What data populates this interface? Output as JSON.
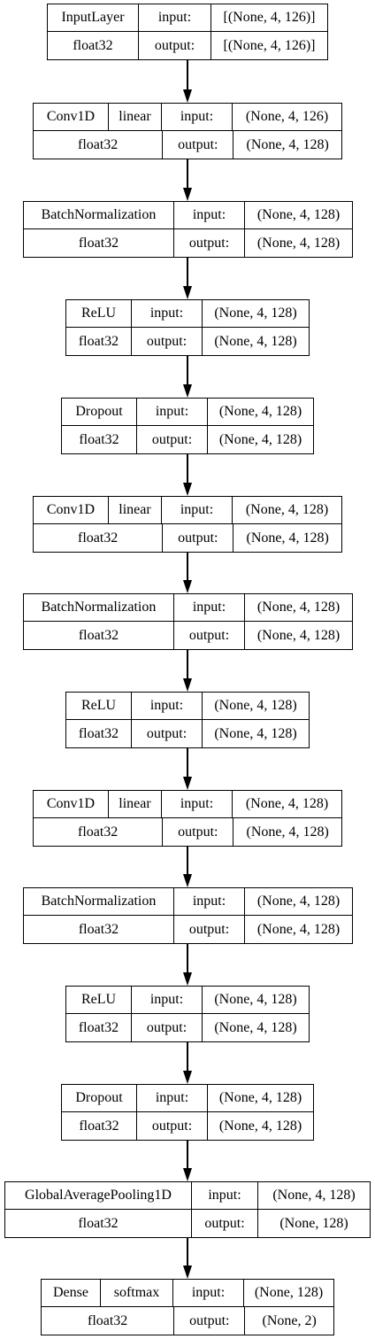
{
  "layers": [
    {
      "name": "InputLayer",
      "activation": "",
      "dtype": "float32",
      "input_label": "input:",
      "input_shape": "[(None, 4, 126)]",
      "output_label": "output:",
      "output_shape": "[(None, 4, 126)]"
    },
    {
      "name": "Conv1D",
      "activation": "linear",
      "dtype": "float32",
      "input_label": "input:",
      "input_shape": "(None, 4, 126)",
      "output_label": "output:",
      "output_shape": "(None, 4, 128)"
    },
    {
      "name": "BatchNormalization",
      "activation": "",
      "dtype": "float32",
      "input_label": "input:",
      "input_shape": "(None, 4, 128)",
      "output_label": "output:",
      "output_shape": "(None, 4, 128)"
    },
    {
      "name": "ReLU",
      "activation": "",
      "dtype": "float32",
      "input_label": "input:",
      "input_shape": "(None, 4, 128)",
      "output_label": "output:",
      "output_shape": "(None, 4, 128)"
    },
    {
      "name": "Dropout",
      "activation": "",
      "dtype": "float32",
      "input_label": "input:",
      "input_shape": "(None, 4, 128)",
      "output_label": "output:",
      "output_shape": "(None, 4, 128)"
    },
    {
      "name": "Conv1D",
      "activation": "linear",
      "dtype": "float32",
      "input_label": "input:",
      "input_shape": "(None, 4, 128)",
      "output_label": "output:",
      "output_shape": "(None, 4, 128)"
    },
    {
      "name": "BatchNormalization",
      "activation": "",
      "dtype": "float32",
      "input_label": "input:",
      "input_shape": "(None, 4, 128)",
      "output_label": "output:",
      "output_shape": "(None, 4, 128)"
    },
    {
      "name": "ReLU",
      "activation": "",
      "dtype": "float32",
      "input_label": "input:",
      "input_shape": "(None, 4, 128)",
      "output_label": "output:",
      "output_shape": "(None, 4, 128)"
    },
    {
      "name": "Conv1D",
      "activation": "linear",
      "dtype": "float32",
      "input_label": "input:",
      "input_shape": "(None, 4, 128)",
      "output_label": "output:",
      "output_shape": "(None, 4, 128)"
    },
    {
      "name": "BatchNormalization",
      "activation": "",
      "dtype": "float32",
      "input_label": "input:",
      "input_shape": "(None, 4, 128)",
      "output_label": "output:",
      "output_shape": "(None, 4, 128)"
    },
    {
      "name": "ReLU",
      "activation": "",
      "dtype": "float32",
      "input_label": "input:",
      "input_shape": "(None, 4, 128)",
      "output_label": "output:",
      "output_shape": "(None, 4, 128)"
    },
    {
      "name": "Dropout",
      "activation": "",
      "dtype": "float32",
      "input_label": "input:",
      "input_shape": "(None, 4, 128)",
      "output_label": "output:",
      "output_shape": "(None, 4, 128)"
    },
    {
      "name": "GlobalAveragePooling1D",
      "activation": "",
      "dtype": "float32",
      "input_label": "input:",
      "input_shape": "(None, 4, 128)",
      "output_label": "output:",
      "output_shape": "(None, 128)"
    },
    {
      "name": "Dense",
      "activation": "softmax",
      "dtype": "float32",
      "input_label": "input:",
      "input_shape": "(None, 128)",
      "output_label": "output:",
      "output_shape": "(None, 2)"
    }
  ]
}
